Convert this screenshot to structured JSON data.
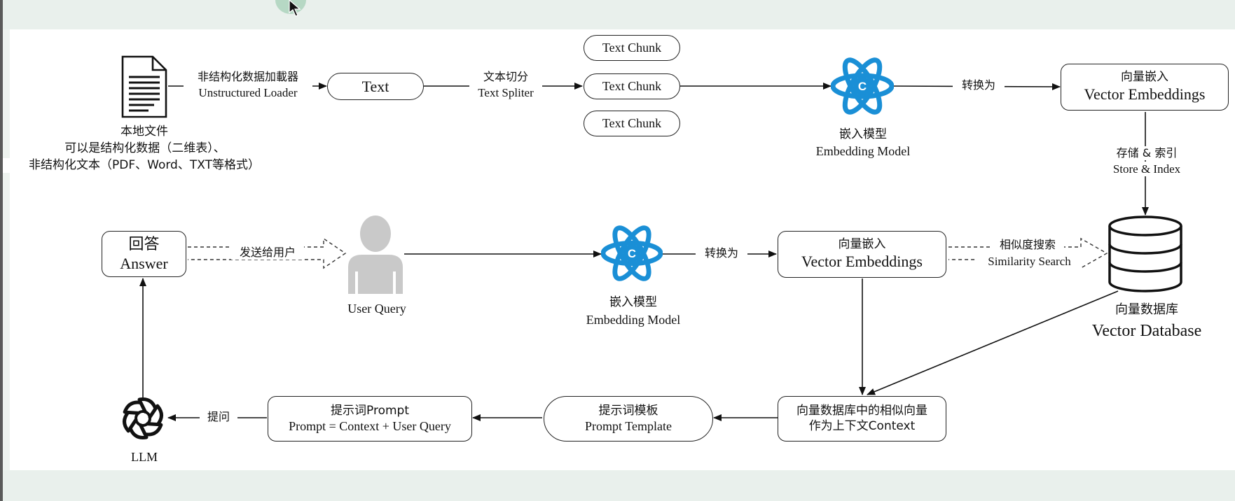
{
  "diagram": {
    "local_file": {
      "title": "本地文件",
      "line1": "可以是结构化数据（二维表）、",
      "line2": "非结构化文本（PDF、Word、TXT等格式）"
    },
    "loader": {
      "zh": "非结构化数据加載器",
      "en": "Unstructured Loader"
    },
    "text_node": "Text",
    "splitter": {
      "zh": "文本切分",
      "en": "Text Spliter"
    },
    "chunks": [
      "Text Chunk",
      "Text Chunk",
      "Text Chunk"
    ],
    "embedding_model_top": {
      "zh": "嵌入模型",
      "en": "Embedding Model"
    },
    "convert_top": "转换为",
    "vector_embeddings_top": {
      "zh": "向量嵌入",
      "en": "Vector Embeddings"
    },
    "store_index": {
      "zh": "存储 & 索引",
      "en": "Store & Index"
    },
    "vector_database": {
      "zh": "向量数据库",
      "en": "Vector Database"
    },
    "answer": {
      "zh": "回答",
      "en": "Answer"
    },
    "send_to_user": "发送给用户",
    "user_query": "User Query",
    "embedding_model_mid": {
      "zh": "嵌入模型",
      "en": "Embedding Model"
    },
    "convert_mid": "转换为",
    "vector_embeddings_mid": {
      "zh": "向量嵌入",
      "en": "Vector Embeddings"
    },
    "similarity": {
      "zh": "相似度搜索",
      "en": "Similarity Search"
    },
    "context_box": {
      "line1": "向量数据库中的相似向量",
      "line2": "作为上下文Context"
    },
    "prompt_template": {
      "zh": "提示词模板",
      "en": "Prompt Template"
    },
    "prompt_box": {
      "line1": "提示词Prompt",
      "line2": "Prompt = Context + User Query"
    },
    "ask": "提问",
    "llm": "LLM"
  },
  "icons": {
    "file": "document-icon",
    "embedding": "atom-icon",
    "user": "user-silhouette-icon",
    "database": "database-cylinder-icon",
    "llm": "openai-logo-icon",
    "cursor": "mouse-pointer-icon"
  },
  "colors": {
    "atom_blue": "#1a8fd6",
    "user_gray": "#c9c9c9",
    "frame_green": "#e9f0ec"
  }
}
